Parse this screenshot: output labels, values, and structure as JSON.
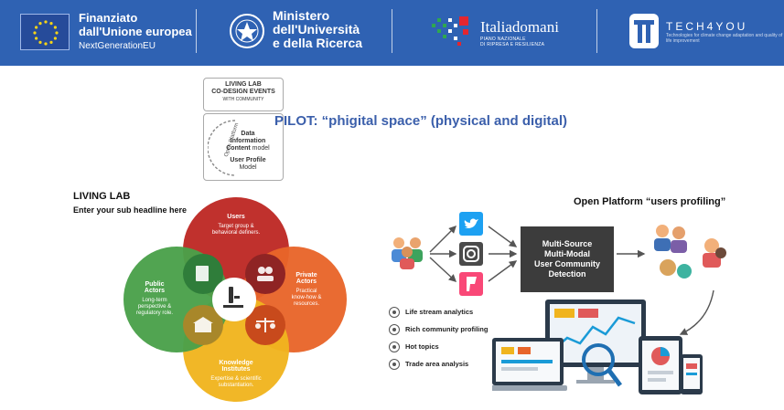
{
  "banner": {
    "eu": {
      "line1": "Finanziato",
      "line2": "dall'Unione europea",
      "line3": "NextGenerationEU"
    },
    "mur": {
      "line1": "Ministero",
      "line2": "dell'Università",
      "line3": "e della Ricerca"
    },
    "italiadomani": {
      "brand": "Italiadomani",
      "sub1": "PIANO NAZIONALE",
      "sub2": "DI RIPRESA E RESILIENZA"
    },
    "tech4you": {
      "brand": "TECH4YOU",
      "sub": "Technologies for climate change adaptation and quality of life improvement"
    }
  },
  "living_lab_box": {
    "line1": "LIVING LAB",
    "line2": "CO-DESIGN EVENTS",
    "line3": "WITH COMMUNITY"
  },
  "open_platform_box": {
    "ring_label": "Open Platform",
    "data_line1": "Data",
    "data_line2": "Information",
    "data_line3": "Content",
    "data_line3b": "model",
    "profile_line1": "User Profile",
    "profile_line2": "Model"
  },
  "pilot_title": "PILOT: “phigital space” (physical and digital)",
  "living_lab": {
    "title": "LIVING LAB",
    "subtitle": "Enter your sub headline here",
    "petals": [
      {
        "heading": "Users",
        "body1": "Target group &",
        "body2": "behavioral definers.",
        "color": "#c0312d"
      },
      {
        "heading": "Private",
        "heading2": "Actors",
        "body1": "Practical",
        "body2": "know-how &",
        "body3": "resources.",
        "color": "#e8652a"
      },
      {
        "heading": "Knowledge",
        "heading2": "Institutes",
        "body1": "Expertise & scientific",
        "body2": "substantiation.",
        "color": "#f0b41e"
      },
      {
        "heading": "Public",
        "heading2": "Actors",
        "body1": "Long-term",
        "body2": "perspective &",
        "body3": "regulatory role.",
        "color": "#4aa04a"
      }
    ]
  },
  "open_platform": {
    "title": "Open Platform “users profiling”",
    "center_box": {
      "line1": "Multi-Source",
      "line2": "Multi-Modal",
      "line3": "User Community",
      "line4": "Detection"
    },
    "bullets": [
      "Life stream analytics",
      "Rich community profiling",
      "Hot topics",
      "Trade area analysis"
    ],
    "social_icons": [
      "twitter-icon",
      "instagram-icon",
      "foursquare-icon"
    ]
  },
  "colors": {
    "banner": "#2f62b3",
    "pilot_text": "#3b5fab",
    "twitter": "#1da1f2",
    "instagram": "#4a4a4a",
    "foursquare": "#f94877",
    "center_box": "#3c3c3c"
  }
}
